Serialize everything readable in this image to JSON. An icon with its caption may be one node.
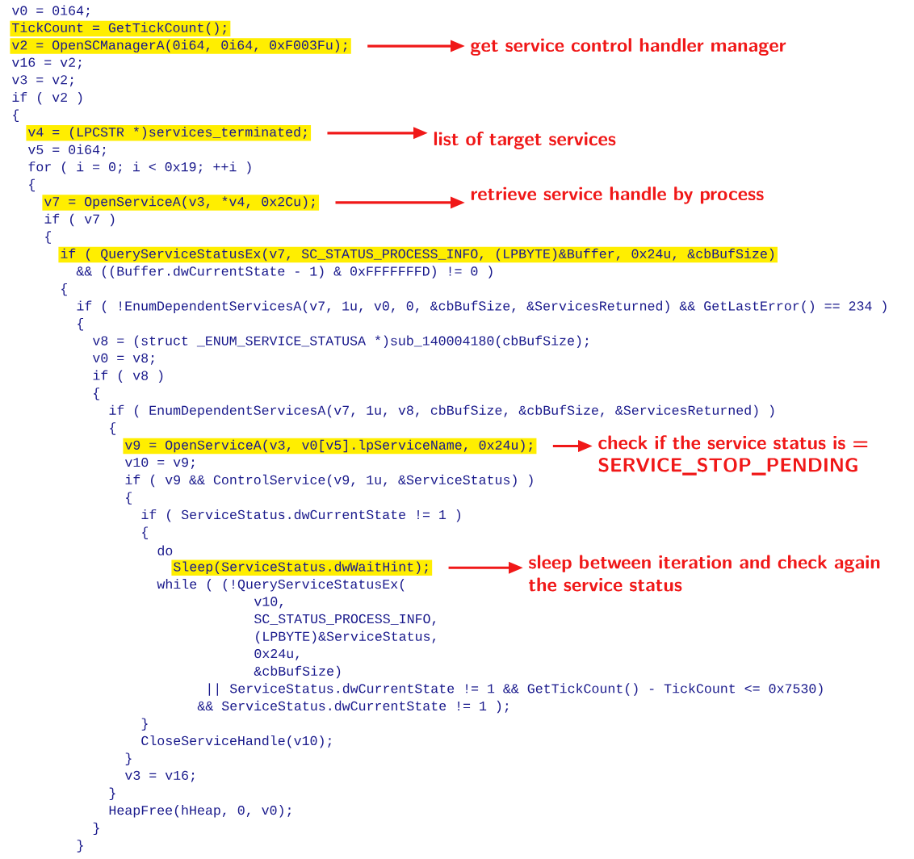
{
  "diagram": {
    "nodes": [
      {
        "text": [
          "v2 = OpenSCManagerA(0i64, 0i64, 0xF003Fu);"
        ]
      },
      {
        "text": [
          "get service control handler manager"
        ]
      },
      {
        "text": [
          "v4 = (LPCSTR *)services_terminated;"
        ]
      },
      {
        "text": [
          "list of target services"
        ]
      },
      {
        "text": [
          "v7 = OpenServiceA(v3, *v4, 0x2Cu);"
        ]
      },
      {
        "text": [
          "retrieve service handle by process"
        ]
      },
      {
        "text": [
          "v9 = OpenServiceA(v3, v0[v5].lpServiceName, 0x24u);"
        ]
      },
      {
        "text": [
          "check if the service status is = SERVICE_STOP_PENDING"
        ]
      },
      {
        "text": [
          "Sleep(ServiceStatus.dwWaitHint);"
        ]
      },
      {
        "text": [
          "sleep between iteration and check again the service status"
        ]
      }
    ],
    "edges": [
      {
        "from": 0,
        "to": 1,
        "arrow": "to"
      },
      {
        "from": 2,
        "to": 3,
        "arrow": "to"
      },
      {
        "from": 4,
        "to": 5,
        "arrow": "to"
      },
      {
        "from": 6,
        "to": 7,
        "arrow": "to"
      },
      {
        "from": 8,
        "to": 9,
        "arrow": "to"
      }
    ],
    "labels": [
      "v0 = 0i64;",
      "TickCount = GetTickCount();",
      "v16 = v2;",
      "v3 = v2;",
      "if ( v2 )",
      "{",
      "v5 = 0i64;",
      "for ( i = 0; i < 0x19; ++i )",
      "{",
      "if ( v7 )",
      "{",
      "if ( QueryServiceStatusEx(v7, SC_STATUS_PROCESS_INFO, (LPBYTE)&Buffer, 0x24u, &cbBufSize)",
      "&& ((Buffer.dwCurrentState - 1) & 0xFFFFFFFD) != 0 )",
      "{",
      "if ( !EnumDependentServicesA(v7, 1u, v0, 0, &cbBufSize, &ServicesReturned) && GetLastError() == 234 )",
      "{",
      "v8 = (struct _ENUM_SERVICE_STATUSA *)sub_140004180(cbBufSize);",
      "v0 = v8;",
      "if ( v8 )",
      "{",
      "if ( EnumDependentServicesA(v7, 1u, v8, cbBufSize, &cbBufSize, &ServicesReturned) )",
      "{",
      "v10 = v9;",
      "if ( v9 && ControlService(v9, 1u, &ServiceStatus) )",
      "{",
      "if ( ServiceStatus.dwCurrentState != 1 )",
      "{",
      "do",
      "while ( (!QueryServiceStatusEx(",
      "v10,",
      "SC_STATUS_PROCESS_INFO,",
      "(LPBYTE)&ServiceStatus,",
      "0x24u,",
      "&cbBufSize)",
      "|| ServiceStatus.dwCurrentState != 1 && GetTickCount() - TickCount <= 0x7530)",
      "&& ServiceStatus.dwCurrentState != 1 );",
      "}",
      "CloseServiceHandle(v10);",
      "}",
      "v3 = v16;",
      "}",
      "HeapFree(hHeap, 0, v0);",
      "}",
      "}"
    ]
  }
}
